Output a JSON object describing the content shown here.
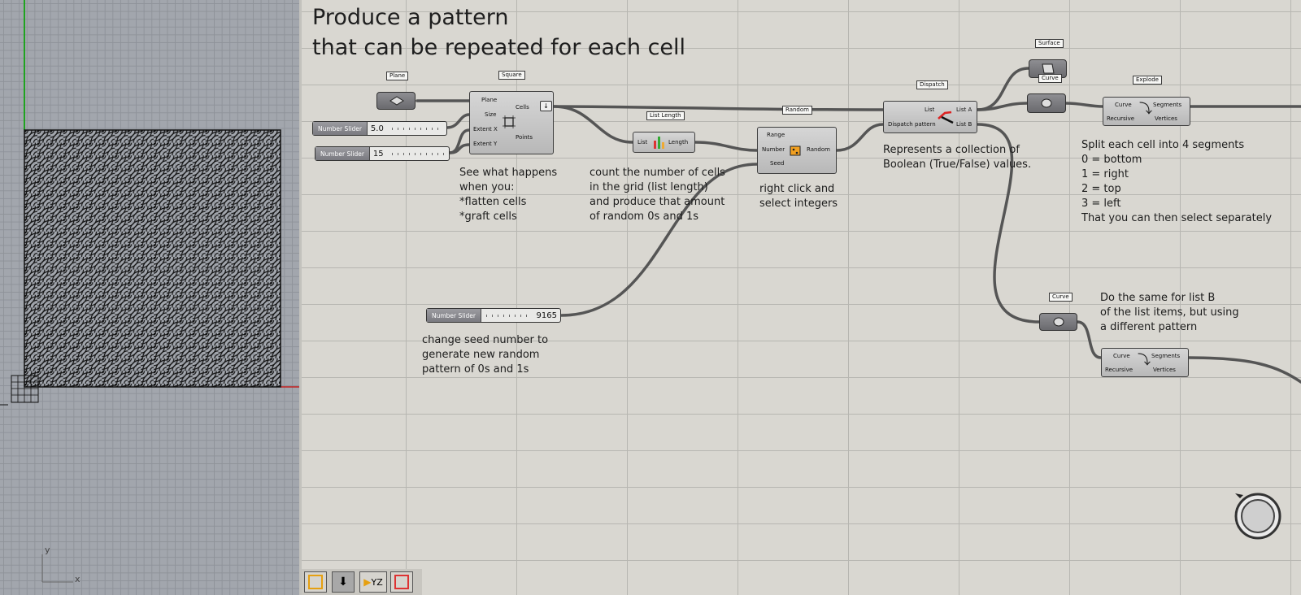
{
  "titles": {
    "line1": "Produce a pattern",
    "line2": "that can be repeated for each cell"
  },
  "viewport": {
    "axis_x": "x",
    "axis_y": "y"
  },
  "components": {
    "plane": {
      "tag": "Plane"
    },
    "square": {
      "tag": "Square",
      "inputs": [
        "Plane",
        "Size",
        "Extent X",
        "Extent Y"
      ],
      "outputs": [
        "Cells",
        "Points"
      ]
    },
    "list_length": {
      "tag": "List Length",
      "input": "List",
      "output": "Length"
    },
    "random": {
      "tag": "Random",
      "inputs": [
        "Range",
        "Number",
        "Seed"
      ],
      "output": "Random"
    },
    "dispatch": {
      "tag": "Dispatch",
      "inputs": [
        "List",
        "Dispatch pattern"
      ],
      "outputs": [
        "List A",
        "List B"
      ]
    },
    "surface": {
      "tag": "Surface"
    },
    "curve_a": {
      "tag": "Curve"
    },
    "curve_b": {
      "tag": "Curve"
    },
    "explode_a": {
      "tag": "Explode",
      "inputs": [
        "Curve",
        "Recursive"
      ],
      "outputs": [
        "Segments",
        "Vertices"
      ]
    },
    "explode_b": {
      "inputs": [
        "Curve",
        "Recursive"
      ],
      "outputs": [
        "Segments",
        "Vertices"
      ]
    }
  },
  "sliders": {
    "size": {
      "label": "Number Slider",
      "value": "5.0"
    },
    "extent": {
      "label": "Number Slider",
      "value": "15"
    },
    "seed": {
      "label": "Number Slider",
      "value": "9165"
    }
  },
  "notes": {
    "square": [
      "See what happens",
      "when you:",
      "*flatten cells",
      "*graft cells"
    ],
    "list_length": [
      "count the number of cells",
      "in the grid (list length)",
      "and produce that amount",
      "of random 0s and 1s"
    ],
    "random": [
      "right click and",
      "select integers"
    ],
    "dispatch": [
      "Represents a collection of",
      "Boolean (True/False) values."
    ],
    "explode": [
      "Split each cell into 4 segments",
      "0 = bottom",
      "1 = right",
      "2 = top",
      "3 = left",
      "That you can then select separately"
    ],
    "seed": [
      "change seed number to",
      "generate new random",
      "pattern of 0s and 1s"
    ],
    "list_b": [
      "Do the same for list B",
      "of the list items, but using",
      "a different pattern"
    ]
  },
  "toolbar": {
    "buttons": [
      "select-icon",
      "bake-icon",
      "yz-icon",
      "frame-icon"
    ],
    "yz_label": "YZ"
  },
  "colors": {
    "canvas": "#d9d7d1",
    "viewport": "#a2a6ad",
    "wire": "#555555",
    "axis_green": "#1fa31f",
    "axis_red": "#c02020"
  }
}
